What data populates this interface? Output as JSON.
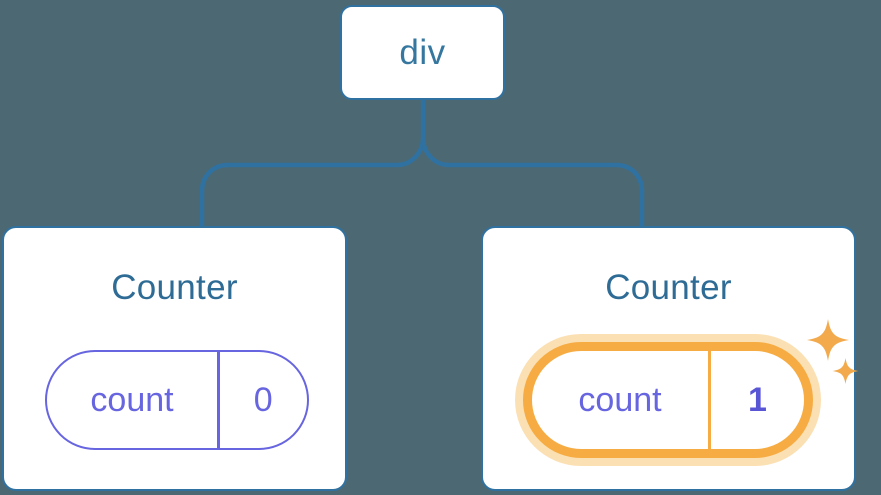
{
  "colors": {
    "bg": "#4C6973",
    "line": "#2F71A1",
    "text": "#2E6C96",
    "rootText": "#35779F",
    "purple": "#6765DF",
    "purpleStrong": "#5956D6",
    "orange": "#F6AC42",
    "halo": "#FBE0B4",
    "sparkle": "#F2AA4D",
    "card": "#FFFFFF"
  },
  "diagram": {
    "root": {
      "label": "div"
    },
    "children": [
      {
        "title": "Counter",
        "state": {
          "key": "count",
          "value": "0"
        },
        "highlighted": false
      },
      {
        "title": "Counter",
        "state": {
          "key": "count",
          "value": "1"
        },
        "highlighted": true
      }
    ]
  },
  "icons": [
    {
      "name": "sparkles-icon"
    }
  ]
}
